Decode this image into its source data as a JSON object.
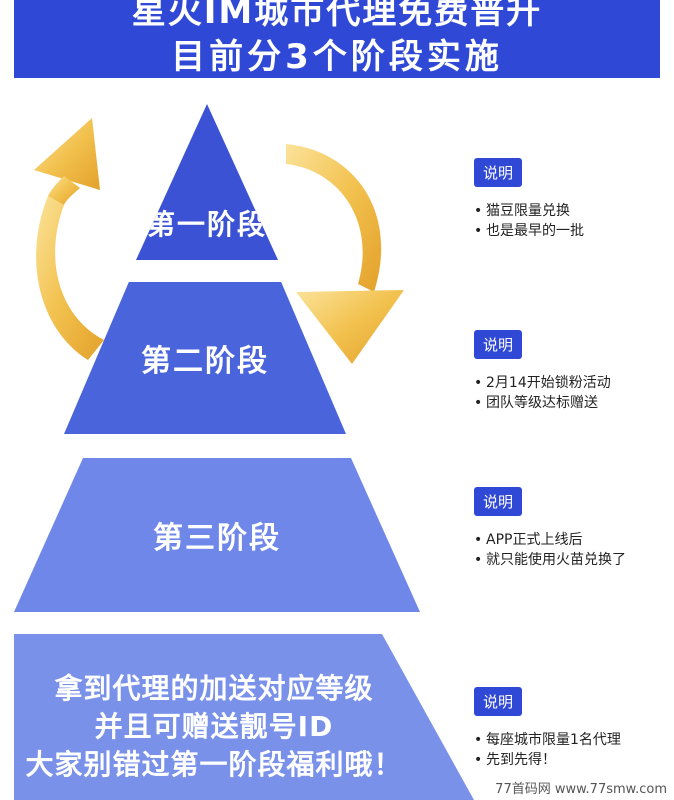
{
  "banner": {
    "line1": "星火IM城市代理免费普升",
    "line2": "目前分3个阶段实施"
  },
  "tiers": [
    {
      "label": "第一阶段"
    },
    {
      "label": "第二阶段"
    },
    {
      "label": "第三阶段"
    },
    {
      "lines": [
        "拿到代理的加送对应等级",
        "并且可赠送靓号ID",
        "大家别错过第一阶段福利哦！"
      ]
    }
  ],
  "notes": [
    {
      "badge": "说明",
      "items": [
        "猫豆限量兑换",
        "也是最早的一批"
      ]
    },
    {
      "badge": "说明",
      "items": [
        "2月14开始锁粉活动",
        "团队等级达标赠送"
      ]
    },
    {
      "badge": "说明",
      "items": [
        "APP正式上线后",
        "就只能使用火苗兑换了"
      ]
    },
    {
      "badge": "说明",
      "items": [
        "每座城市限量1名代理",
        "先到先得！"
      ]
    }
  ],
  "bullet_char": "•",
  "watermark": "77首码网 www.77smw.com",
  "colors": {
    "banner": "#2f48d6",
    "tier1": "#3a52d3",
    "tier2": "#4a64dc",
    "tier3": "#6f87e8",
    "tier4": "#7a91ea",
    "arrow": "#f2c14e"
  },
  "icons": [
    "curved-arrow-up-icon",
    "curved-arrow-down-icon"
  ]
}
